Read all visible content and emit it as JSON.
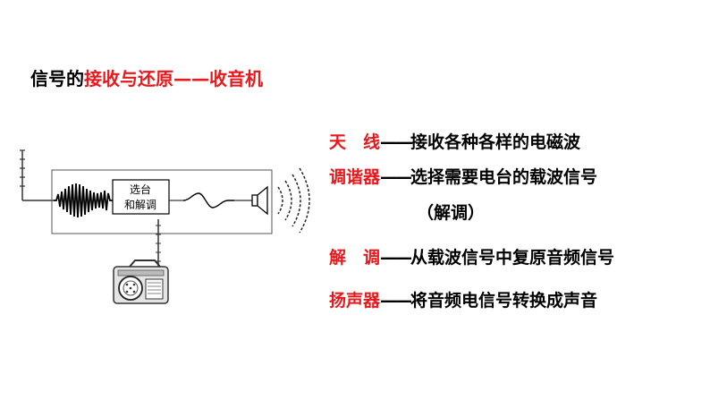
{
  "title": {
    "prefix": "信号的",
    "highlight": "接收与还原",
    "dash": "——",
    "suffix": "收音机"
  },
  "diagram": {
    "box_label_line1": "选台",
    "box_label_line2": "和解调"
  },
  "parts": [
    {
      "term": "天　线",
      "dash": "——",
      "desc": "接收各种各样的电磁波"
    },
    {
      "term": "调谐器",
      "dash": "——",
      "desc": "选择需要电台的载波信号"
    },
    {
      "term": "",
      "dash": "",
      "desc": "（解调）"
    },
    {
      "term": "解　调",
      "dash": "——",
      "desc": "从载波信号中复原音频信号"
    },
    {
      "term": "扬声器",
      "dash": "——",
      "desc": "将音频电信号转换成声音"
    }
  ],
  "colors": {
    "accent": "#e8191c",
    "text": "#000000"
  }
}
